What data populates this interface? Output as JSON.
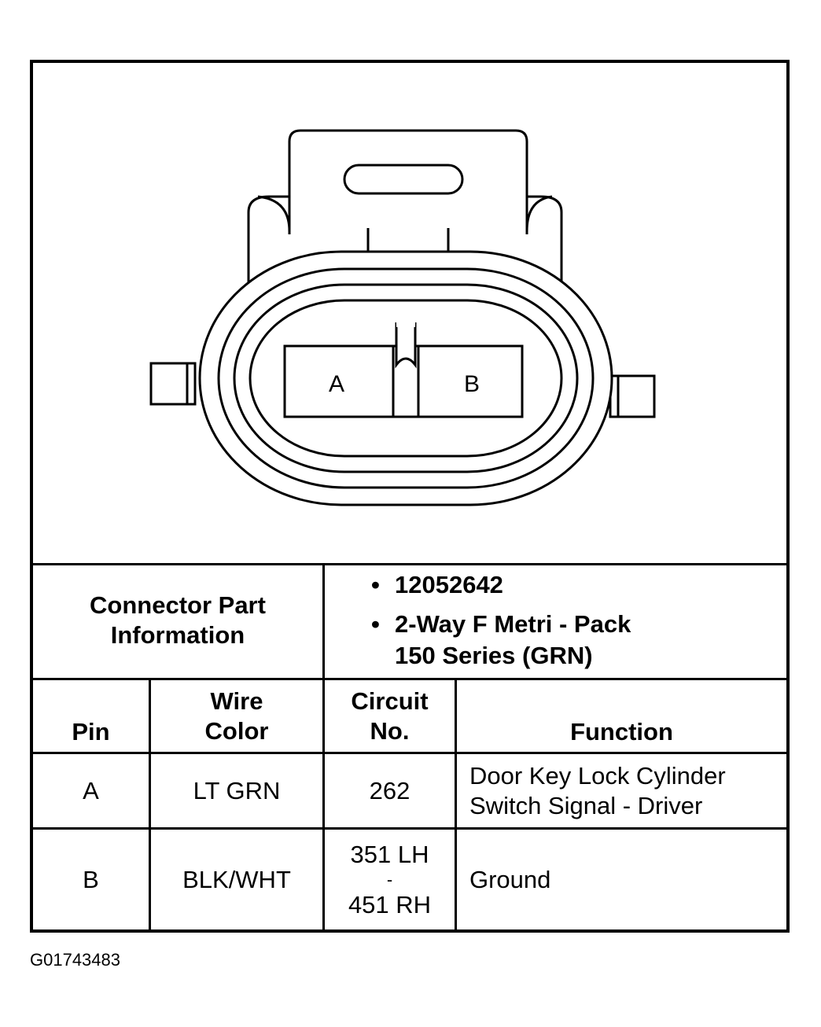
{
  "connector": {
    "pins": [
      {
        "label": "A"
      },
      {
        "label": "B"
      }
    ]
  },
  "part_info": {
    "label_line1": "Connector Part",
    "label_line2": "Information",
    "bullet1": "12052642",
    "bullet2_line1": "2-Way F Metri - Pack",
    "bullet2_line2": "150 Series (GRN)"
  },
  "headers": {
    "pin": "Pin",
    "wire_line1": "Wire",
    "wire_line2": "Color",
    "circuit_line1": "Circuit",
    "circuit_line2": "No.",
    "function": "Function"
  },
  "rows": [
    {
      "pin": "A",
      "wire": "LT GRN",
      "circuit_line1": "262",
      "circuit_line2": "",
      "circuit_line3": "",
      "function_line1": "Door Key Lock Cylinder",
      "function_line2": "Switch Signal - Driver"
    },
    {
      "pin": "B",
      "wire": "BLK/WHT",
      "circuit_line1": "351 LH",
      "circuit_line2": "-",
      "circuit_line3": "451 RH",
      "function_line1": "Ground",
      "function_line2": ""
    }
  ],
  "figure_id": "G01743483"
}
